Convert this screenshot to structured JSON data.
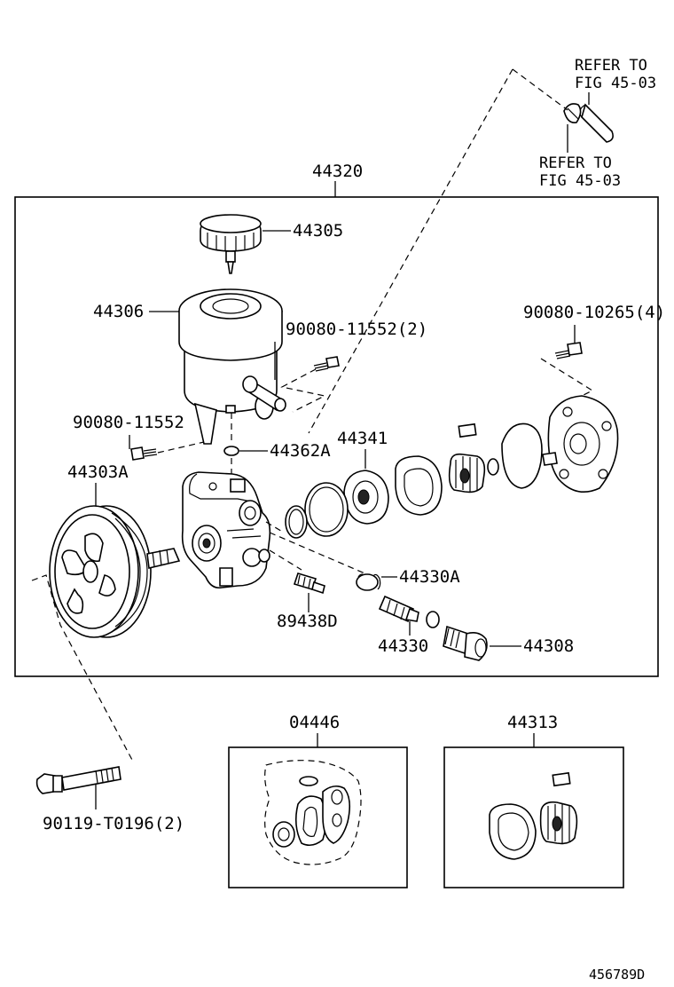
{
  "refer_top": {
    "line1": "REFER TO",
    "line2": "FIG 45-03"
  },
  "refer_bottom": {
    "line1": "REFER TO",
    "line2": "FIG 45-03"
  },
  "labels": {
    "assembly_44320": "44320",
    "cap_44305": "44305",
    "reservoir_44306": "44306",
    "bolt_90080_11552_2": "90080-11552(2)",
    "bolt_90080_10265_4": "90080-10265(4)",
    "bolt_90080_11552": "90080-11552",
    "oring_44362A": "44362A",
    "bearing_44341": "44341",
    "pulley_44303A": "44303A",
    "spring_44330A": "44330A",
    "switch_89438D": "89438D",
    "valve_44330": "44330",
    "fitting_44308": "44308",
    "kit_04446": "04446",
    "kit_44313": "44313",
    "bolt_90119_T0196_2": "90119-T0196(2)"
  },
  "figure_code": "456789D"
}
